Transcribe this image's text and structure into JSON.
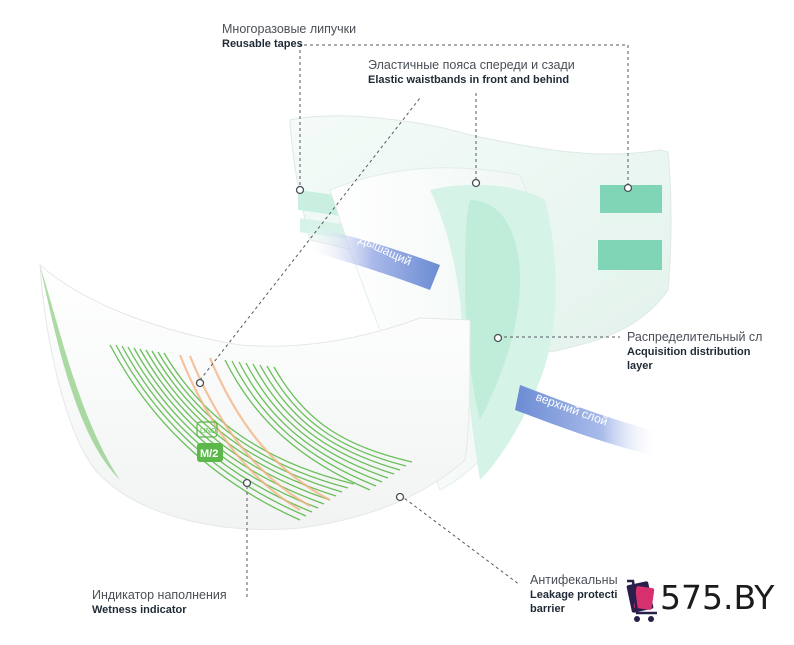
{
  "labels": {
    "reusable_tapes": {
      "ru": "Многоразовые липучки",
      "en": "Reusable tapes"
    },
    "elastic_waistbands": {
      "ru": "Эластичные пояса спереди и сзади",
      "en": "Elastic waistbands in front and behind"
    },
    "acquisition_layer": {
      "ru": "Распределительный сл",
      "en": "Acquisition distribution",
      "en2": "layer"
    },
    "wetness_indicator": {
      "ru": "Индикатор наполнения",
      "en": "Wetness indicator"
    },
    "leakage_barrier": {
      "ru": "Антифекальны",
      "en": "Leakage protecti",
      "en2": "barrier"
    }
  },
  "banners": {
    "breathable": "Дышащий",
    "top_layer": "верхний слой"
  },
  "product_marks": {
    "size": "M/2",
    "brand_small": "LINO"
  },
  "watermark": {
    "text": "575.BY"
  },
  "colors": {
    "green_stripes": "#5cb84a",
    "orange_stripes": "#f3b585",
    "mint": "#bfe9d8",
    "banner_blue": "#6f8fd6",
    "leader_line": "#555a63"
  }
}
